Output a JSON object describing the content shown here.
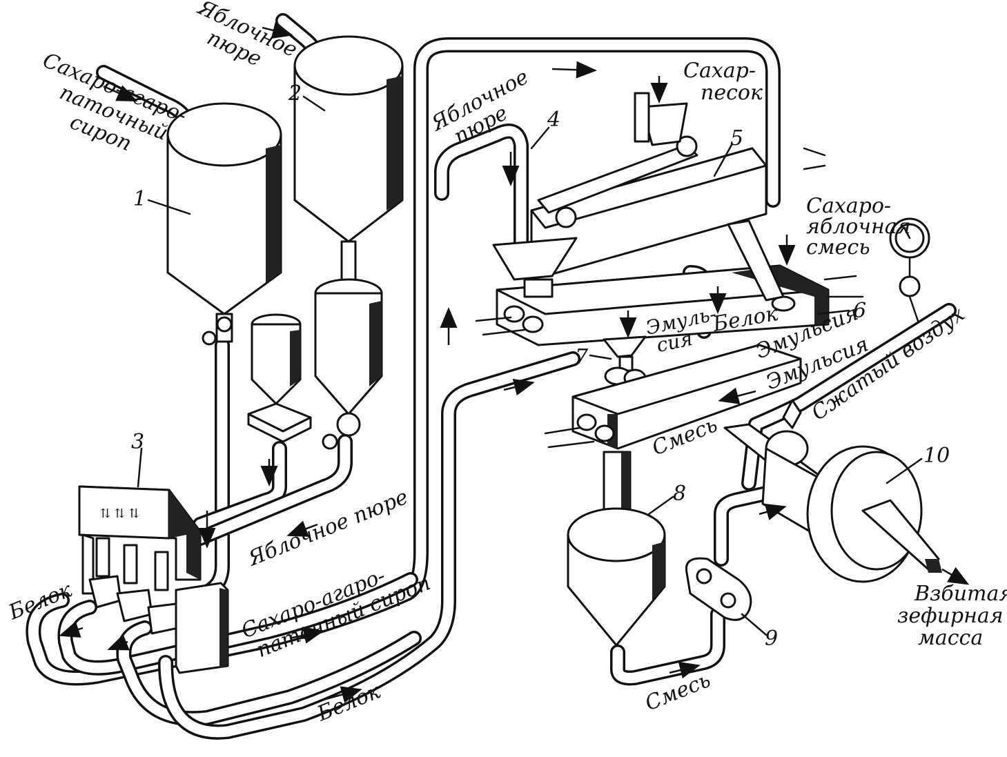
{
  "labels": {
    "syrup_in_1": "Сахаро-агаро-",
    "syrup_in_2": "паточный",
    "syrup_in_3": "сироп",
    "puree_in_top_1": "Яблочное",
    "puree_in_top_2": "пюре",
    "puree_mid_1": "Яблочное",
    "puree_mid_2": "пюре",
    "sugar_sand_1": "Сахар-",
    "sugar_sand_2": "песок",
    "sugar_apple_1": "Сахаро-",
    "sugar_apple_2": "яблочная",
    "sugar_apple_3": "смесь",
    "emulsion_top_1": "Эмуль-",
    "emulsion_top_2": "сия",
    "protein_mid": "Белок",
    "emulsion_right": "Эмульсия",
    "emulsion_right2": "Эмульсия",
    "compressed_air": "Сжатый воздух",
    "mix_mid": "Смесь",
    "apple_puree_bottom": "Яблочное пюре",
    "syrup_bottom_1": "Сахаро-агаро-",
    "syrup_bottom_2": "паточный сироп",
    "protein_left": "Белок",
    "protein_bottom": "Белок",
    "mix_bottom": "Смесь",
    "whipped_1": "Взбитая",
    "whipped_2": "зефирная",
    "whipped_3": "масса"
  },
  "numbers": {
    "n1": "1",
    "n2": "2",
    "n3": "3",
    "n4": "4",
    "n5": "5",
    "n6": "6",
    "n7": "7",
    "n8": "8",
    "n9": "9",
    "n10": "10"
  }
}
